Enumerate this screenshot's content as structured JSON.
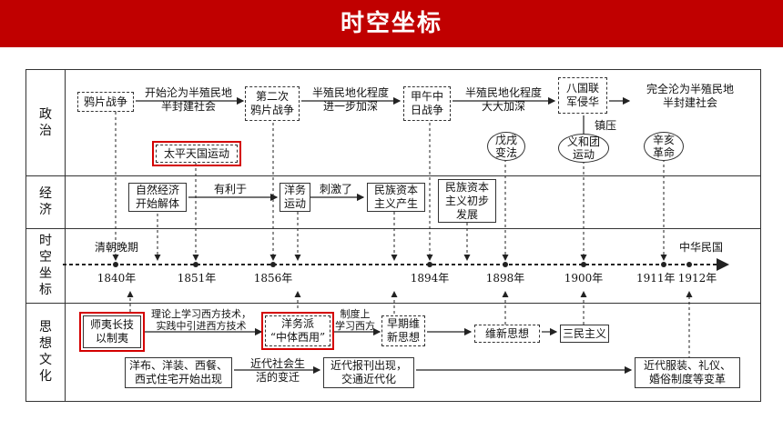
{
  "header": {
    "title": "时空坐标"
  },
  "rows": {
    "politics": "政治",
    "economy": "经济",
    "timeline": "时空坐标",
    "thought": "思想文化"
  },
  "politics": {
    "opium_war": "鸦片战争",
    "semi_colonial": [
      "开始沦为半殖民地",
      "半封建社会"
    ],
    "second_opium_war": [
      "第二次",
      "鸦片战争"
    ],
    "deepen": [
      "半殖民地化程度",
      "进一步加深"
    ],
    "sino_japanese_war": [
      "甲午中",
      "日战争"
    ],
    "greatly_deepen": [
      "半殖民地化程度",
      "大大加深"
    ],
    "eight_nation": [
      "八国联",
      "军侵华"
    ],
    "suppress": "镇压",
    "fully_semi_colonial": [
      "完全沦为半殖民地",
      "半封建社会"
    ],
    "taiping": "太平天国运动",
    "reform_1898": [
      "戊戌",
      "变法"
    ],
    "boxer": [
      "义和团",
      "运动"
    ],
    "xinhai": [
      "辛亥",
      "革命"
    ]
  },
  "economy": {
    "natural_economy": [
      "自然经济",
      "开始解体"
    ],
    "favorable": "有利于",
    "westernization_movement": [
      "洋务",
      "运动"
    ],
    "stimulated": "刺激了",
    "national_capital": [
      "民族资本",
      "主义产生"
    ],
    "national_capital_develop": [
      "民族资本",
      "主义初步",
      "发展"
    ]
  },
  "timeline": {
    "late_qing": "清朝晚期",
    "roc": "中华民国",
    "years": [
      "1840年",
      "1851年",
      "1856年",
      "1894年",
      "1898年",
      "1900年",
      "1911年",
      "1912年"
    ]
  },
  "thought": {
    "learn_west": [
      "师夷长技",
      "以制夷"
    ],
    "theory_note": [
      "理论上学习西方技术，",
      "实践中引进西方技术"
    ],
    "westernization_school": [
      "洋务派",
      "“中体西用”"
    ],
    "system_note": [
      "制度上",
      "学习西方"
    ],
    "early_reformers": [
      "早期维",
      "新思想"
    ],
    "reform_thought": "维新思想",
    "three_principles": "三民主义",
    "western_goods": [
      "洋布、洋装、西餐、",
      "西式住宅开始出现"
    ],
    "social_change": [
      "近代社会生",
      "活的变迁"
    ],
    "press_transport": [
      "近代报刊出现，",
      "交通近代化"
    ],
    "modern_customs": [
      "近代服装、礼仪、",
      "婚俗制度等变革"
    ]
  },
  "colors": {
    "banner": "#c00000",
    "highlight": "#d40000"
  }
}
